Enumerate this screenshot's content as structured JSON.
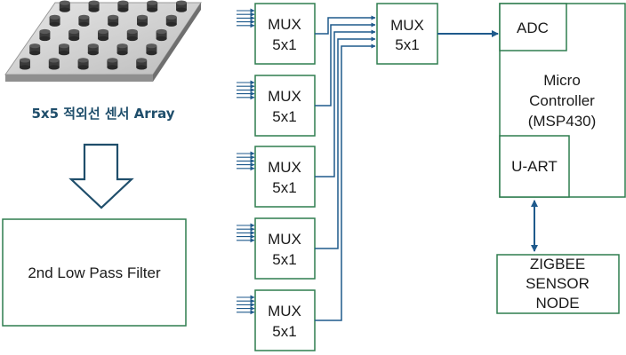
{
  "sensor_caption": "5x5 적외선 센서 Array",
  "filter_label": "2nd Low Pass Filter",
  "mux_stage1": [
    {
      "line1": "MUX",
      "line2": "5x1"
    },
    {
      "line1": "MUX",
      "line2": "5x1"
    },
    {
      "line1": "MUX",
      "line2": "5x1"
    },
    {
      "line1": "MUX",
      "line2": "5x1"
    },
    {
      "line1": "MUX",
      "line2": "5x1"
    }
  ],
  "mux_final": {
    "line1": "MUX",
    "line2": "5x1"
  },
  "adc_label": "ADC",
  "micro_lines": [
    "Micro",
    "Controller",
    "(MSP430)"
  ],
  "uart_label": "U-ART",
  "zigbee_lines": [
    "ZIGBEE",
    "SENSOR",
    "NODE"
  ],
  "colors": {
    "box_stroke": "#2e7d4f",
    "arrow": "#1f5a8c",
    "caption": "#1f4e6b",
    "hollow_arrow": "#1f4e6b"
  }
}
